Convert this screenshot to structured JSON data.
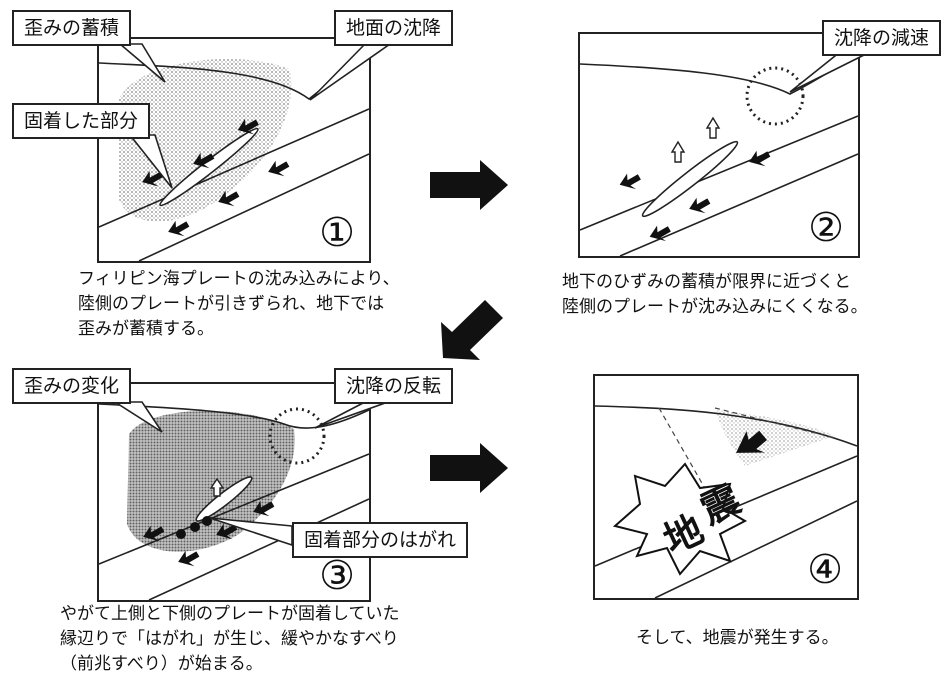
{
  "panels": [
    {
      "number": "①",
      "labels": [
        "歪みの蓄積",
        "地面の沈降",
        "固着した部分"
      ],
      "caption": [
        "フィリピン海プレートの沈み込みにより、",
        "陸側のプレートが引きずられ、地下では",
        "歪みが蓄積する。"
      ]
    },
    {
      "number": "②",
      "labels": [
        "沈降の減速"
      ],
      "caption": [
        "地下のひずみの蓄積が限界に近づくと",
        "陸側のプレートが沈み込みにくくなる。"
      ]
    },
    {
      "number": "③",
      "labels": [
        "歪みの変化",
        "沈降の反転",
        "固着部分のはがれ"
      ],
      "caption": [
        "やがて上側と下側のプレートが固着していた",
        "縁辺りで「はがれ」が生じ、緩やかなすべり",
        "（前兆すべり）が始まる。"
      ]
    },
    {
      "number": "④",
      "labels": [],
      "quake": [
        "地",
        "震"
      ],
      "caption": [
        "そして、地震が発生する。"
      ]
    }
  ]
}
